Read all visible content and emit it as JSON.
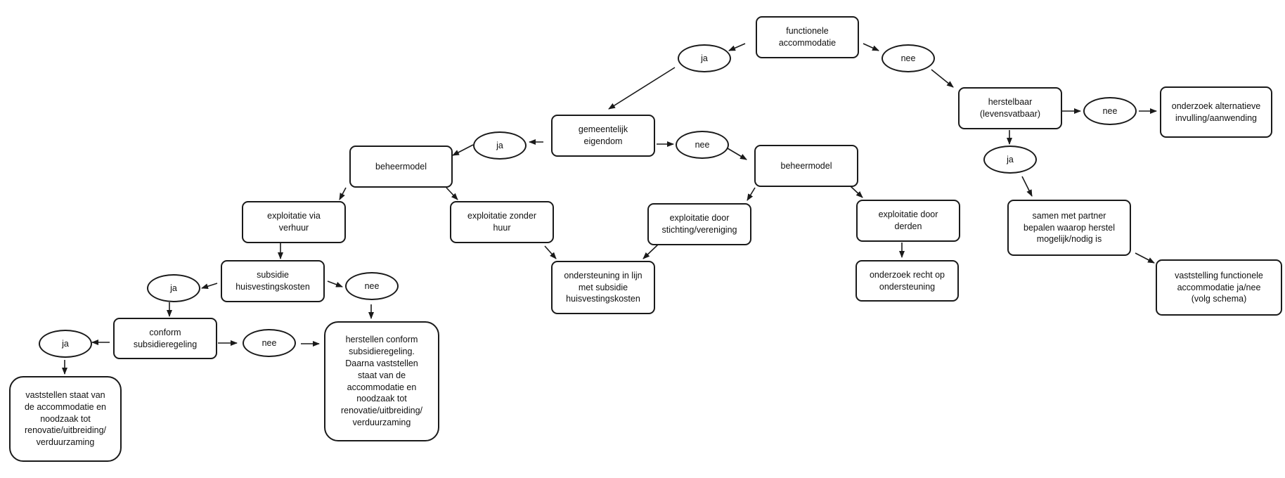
{
  "nodes": {
    "functionele_accommodatie": "functionele\naccommodatie",
    "gemeentelijk_eigendom": "gemeentelijk\neigendom",
    "herstelbaar": "herstelbaar\n(levensvatbaar)",
    "onderzoek_alternatieve": "onderzoek alternatieve\ninvulling/aanwending",
    "beheermodel_links": "beheermodel",
    "beheermodel_rechts": "beheermodel",
    "exploitatie_verhuur": "exploitatie via\nverhuur",
    "exploitatie_zonder_huur": "exploitatie zonder\nhuur",
    "exploitatie_stichting": "exploitatie door\nstichting/vereniging",
    "exploitatie_derden": "exploitatie door\nderden",
    "samen_met_partner": "samen met partner\nbepalen waarop herstel\nmogelijk/nodig is",
    "subsidie_huisvesting": "subsidie\nhuisvestingskosten",
    "ondersteuning_lijn": "ondersteuning in lijn\nmet subsidie\nhuisvestingskosten",
    "onderzoek_recht": "onderzoek recht op\nondersteuning",
    "vaststelling_functionele": "vaststelling functionele\naccommodatie ja/nee\n(volg schema)",
    "conform_subsidieregeling": "conform\nsubsidieregeling",
    "herstellen_conform": "herstellen conform\nsubsidieregeling.\nDaarna vaststellen\nstaat van de\naccommodatie en\nnoodzaak tot\nrenovatie/uitbreiding/\nverduurzaming",
    "vaststellen_staat": "vaststellen staat van\nde accommodatie en\nnoodzaak tot\nrenovatie/uitbreiding/\nverduurzaming"
  },
  "ovals": {
    "ja_1": "ja",
    "nee_1": "nee",
    "ja_2": "ja",
    "nee_2": "nee",
    "nee_3": "nee",
    "ja_3": "ja",
    "ja_4": "ja",
    "nee_4": "nee",
    "ja_5": "ja",
    "nee_5": "nee"
  }
}
